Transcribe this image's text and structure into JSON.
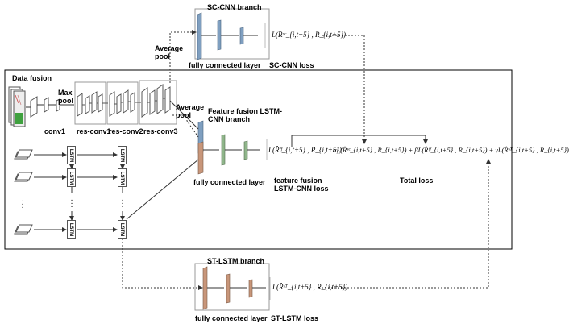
{
  "top": {
    "branch_title": "SC-CNN branch",
    "pool_label": "Average pool",
    "fc_label": "fully connected layer",
    "loss_label": "SC-CNN loss",
    "loss_formula": "L(R̂ˢᶜ_{i,t+5} , R_{i,t+5})"
  },
  "frame": {
    "data_fusion": "Data fusion",
    "max_pool": "Max pool",
    "conv1": "conv1",
    "res_conv1": "res-conv1",
    "res_conv2": "res-conv2",
    "res_conv3": "res-conv3",
    "avg_pool": "Average pool",
    "ff_branch_title": "Feature fusion LSTM-CNN branch",
    "fc_label": "fully connected layer",
    "lstm_cell": "LSTM",
    "ff_formula": "L(R̂ᶠᶠ_{i,t+5} , R_{i,t+5})",
    "ff_loss_label": "feature fusion LSTM-CNN loss",
    "total_formula": "αL(R̂ˢᶜ_{i,t+5} , R_{i,t+5}) + βL(R̂ᶠᶠ_{i,t+5} , R_{i,t+5}) + γL(R̂ˢᵀ_{i,t+5} , R_{i,t+5})",
    "total_loss_label": "Total loss"
  },
  "bottom": {
    "branch_title": "ST-LSTM branch",
    "fc_label": "fully connected layer",
    "loss_label": "ST-LSTM loss",
    "loss_formula": "L(R̂ˢᵀ_{i,t+5} , R_{i,t+5})"
  },
  "colors": {
    "sc_blue": "#7f9fc0",
    "ff_green": "#8fb58a",
    "st_orange": "#c8967a",
    "dashed_line": "#333333"
  }
}
